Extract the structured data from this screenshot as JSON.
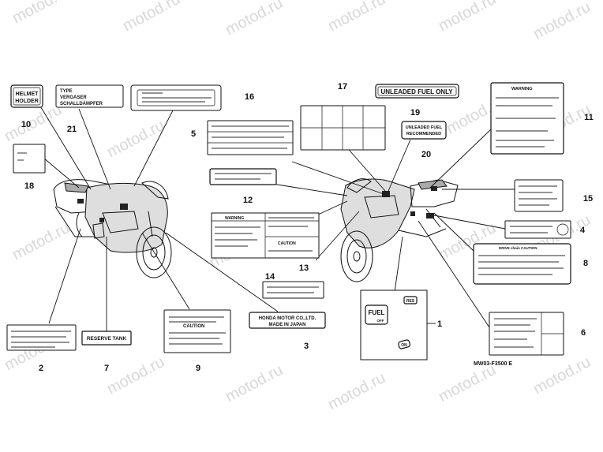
{
  "watermark": "motod.ru",
  "callouts": {
    "c1": "1",
    "c2": "2",
    "c3": "3",
    "c4": "4",
    "c5": "5",
    "c6": "6",
    "c7": "7",
    "c8": "8",
    "c9": "9",
    "c10": "10",
    "c11": "11",
    "c12": "12",
    "c13": "13",
    "c14": "14",
    "c15": "15",
    "c16": "16",
    "c17": "17",
    "c18": "18",
    "c19": "19",
    "c20": "20",
    "c21": "21"
  },
  "labels": {
    "helmet_line1": "HELMET",
    "helmet_line2": "HOLDER",
    "type_line1": "TYPE",
    "type_line2": "VERGASER",
    "type_line3": "SCHALLDÄMPFER",
    "unleaded_only": "UNLEADED FUEL ONLY",
    "unleaded_rec_line1": "UNLEADED FUEL",
    "unleaded_rec_line2": "RECOMMENDED",
    "warning_11": "WARNING",
    "warning_14": "WARNING",
    "caution_14": "CAUTION",
    "caution_9": "CAUTION",
    "reserve_tank": "RESERVE TANK",
    "honda_line1": "HONDA MOTOR CO.,LTD.",
    "honda_line2": "MADE IN JAPAN",
    "fuel": "FUEL",
    "fuel_off": "OFF",
    "fuel_res": "RES",
    "fuel_on": "ON",
    "drive_chain": "DRIVE chain CAUTION",
    "code": "MW03-F3500 E"
  }
}
